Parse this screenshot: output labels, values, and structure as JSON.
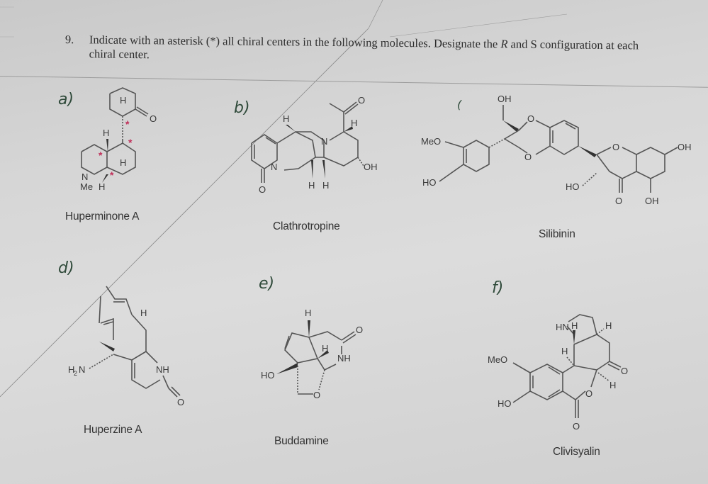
{
  "question": {
    "number": "9.",
    "text_part1": "Indicate with an asterisk (*) all chiral centers in the following molecules. Designate the ",
    "text_italic_R": "R",
    "text_part2": " and S configuration at each chiral center."
  },
  "colors": {
    "paper": "#d6d6d6",
    "ink": "#3a3a3a",
    "handwriting_green": "#2f4a3a",
    "asterisk_pink": "#c0305a"
  },
  "molecules": [
    {
      "part_label": "a)",
      "name": "Huperminone A",
      "atom_labels": [
        "H",
        "H",
        "H",
        "N",
        "Me",
        "H",
        "O"
      ],
      "handwritten_asterisks": 4
    },
    {
      "part_label": "b)",
      "name": "Clathrotropine",
      "atom_labels": [
        "O",
        "H",
        "H",
        "N",
        "N",
        "OH",
        "H",
        "H",
        "O"
      ]
    },
    {
      "part_label": "(",
      "name": "Silibinin",
      "atom_labels": [
        "OH",
        "O",
        "O",
        "MeO",
        "HO",
        "O",
        "OH",
        "HO",
        "O",
        "OH"
      ]
    },
    {
      "part_label": "d)",
      "name": "Huperzine A",
      "atom_labels": [
        "H",
        "H2N",
        "NH",
        "O"
      ]
    },
    {
      "part_label": "e)",
      "name": "Buddamine",
      "atom_labels": [
        "H",
        "O",
        "H",
        "NH",
        "HO",
        "O"
      ]
    },
    {
      "part_label": "f)",
      "name": "Clivisyalin",
      "atom_labels": [
        "HN",
        "H",
        "H",
        "H",
        "MeO",
        "O",
        "H",
        "HO",
        "O",
        "O"
      ]
    }
  ]
}
